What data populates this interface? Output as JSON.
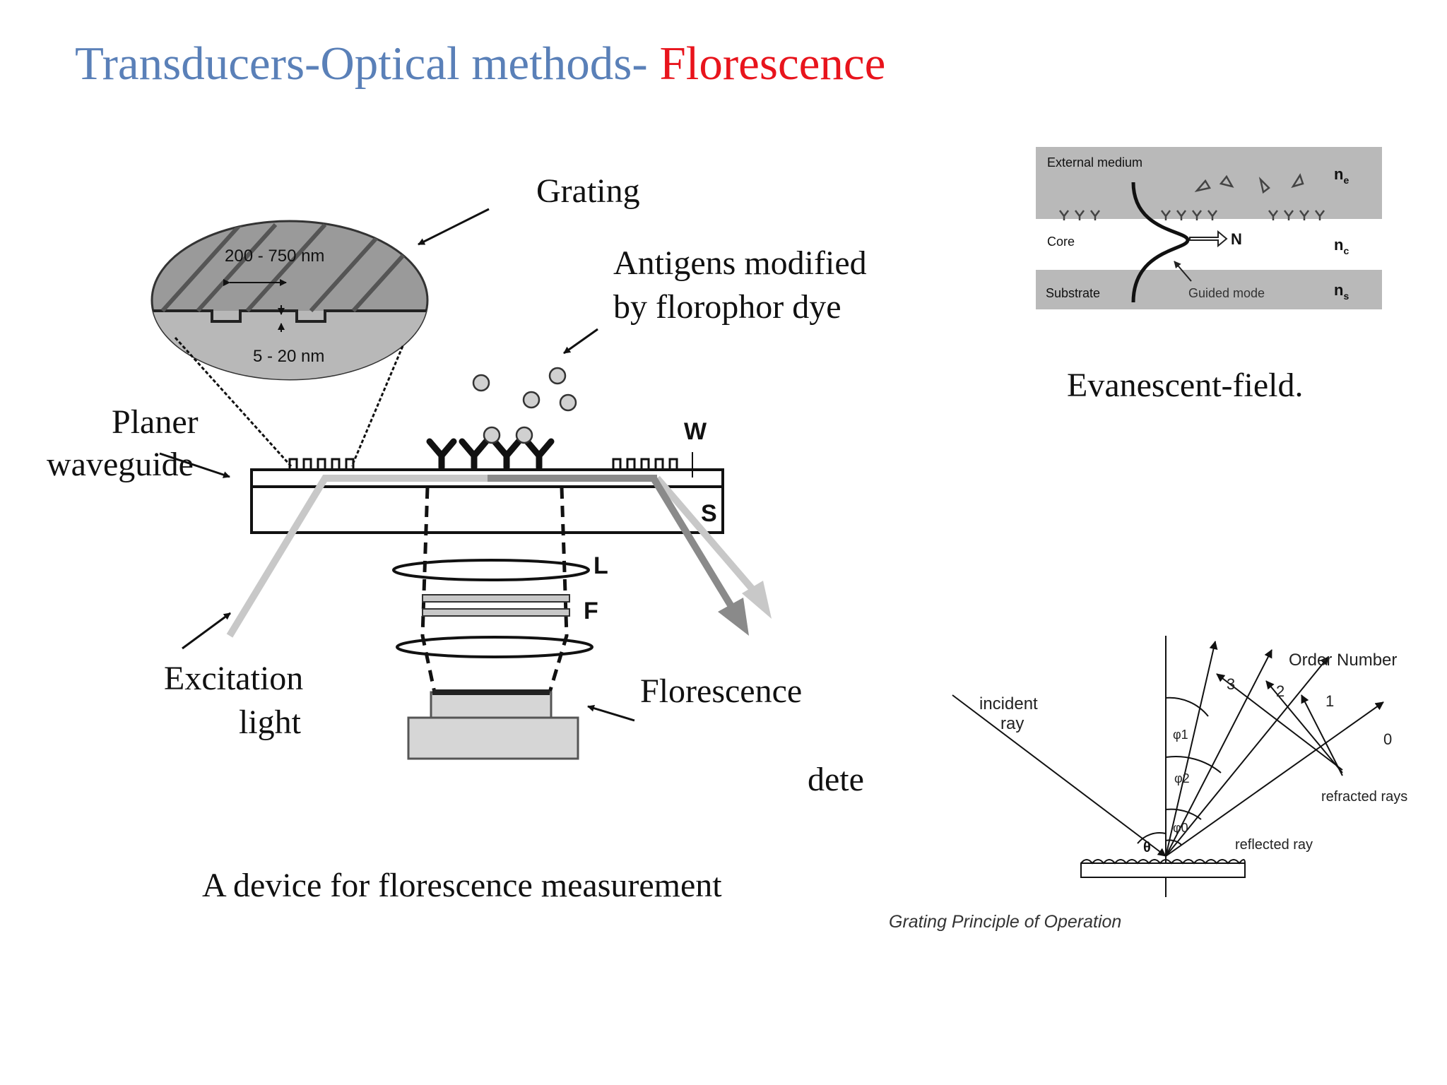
{
  "title": {
    "part1": "Transducers-Optical methods- ",
    "part2": "Florescence",
    "color_part1": "#5a80b8",
    "color_part2": "#e8141c"
  },
  "device": {
    "label_grating": "Grating",
    "label_antigens_1": "Antigens modified",
    "label_antigens_2": "by florophor dye",
    "label_planer": "Planer",
    "label_waveguide": "waveguide",
    "label_excitation_1": "Excitation",
    "label_excitation_2": "light",
    "label_florescence": "Florescence",
    "label_dete": "dete",
    "caption": "A device for florescence measurement",
    "zoom_period": "200 - 750 nm",
    "zoom_depth": "5 - 20 nm",
    "letter_w": "W",
    "letter_s": "S",
    "letter_l": "L",
    "letter_f": "F"
  },
  "evanescent": {
    "external_medium": "External medium",
    "core": "Core",
    "substrate": "Substrate",
    "guided_mode": "Guided mode",
    "n_arrow": "N",
    "ne": "n",
    "ne_sub": "e",
    "nc": "n",
    "nc_sub": "c",
    "ns": "n",
    "ns_sub": "s",
    "caption": "Evanescent-field."
  },
  "grating_principle": {
    "incident_ray_1": "incident",
    "incident_ray_2": "ray",
    "order_number": "Order Number",
    "order_3": "3",
    "order_2": "2",
    "order_1": "1",
    "order_0": "0",
    "phi1": "φ1",
    "phi2": "φ2",
    "phi0": "φ0",
    "theta": "θ",
    "refracted_rays": "refracted rays",
    "reflected_ray": "reflected ray",
    "caption": "Grating Principle of Operation"
  }
}
